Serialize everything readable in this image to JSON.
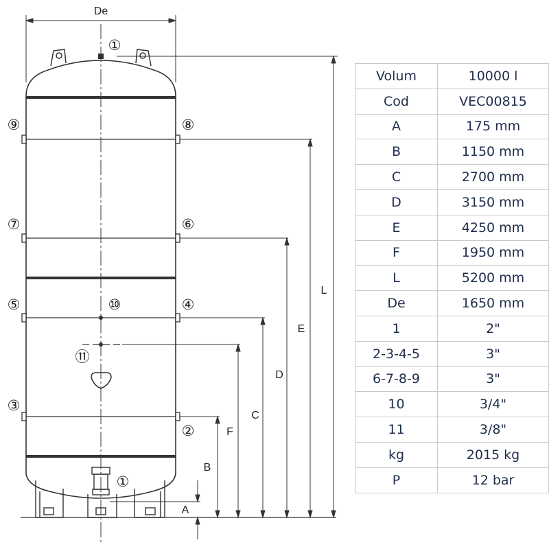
{
  "diagram": {
    "dimension_labels": {
      "De": "De",
      "L": "L",
      "E": "E",
      "D": "D",
      "C": "C",
      "F": "F",
      "B": "B",
      "A": "A"
    },
    "connection_markers": {
      "top": "①",
      "bottom": "①",
      "c2": "②",
      "c3": "③",
      "c4": "④",
      "c5": "⑤",
      "c6": "⑥",
      "c7": "⑦",
      "c8": "⑧",
      "c9": "⑨",
      "c10": "⑩",
      "c11": "⑪"
    }
  },
  "specs": [
    {
      "key": "Volum",
      "value": "10000 l"
    },
    {
      "key": "Cod",
      "value": "VEC00815"
    },
    {
      "key": "A",
      "value": "175 mm"
    },
    {
      "key": "B",
      "value": "1150 mm"
    },
    {
      "key": "C",
      "value": "2700 mm"
    },
    {
      "key": "D",
      "value": "3150 mm"
    },
    {
      "key": "E",
      "value": "4250 mm"
    },
    {
      "key": "F",
      "value": "1950 mm"
    },
    {
      "key": "L",
      "value": "5200 mm"
    },
    {
      "key": "De",
      "value": "1650 mm"
    },
    {
      "key": "1",
      "value": "2\""
    },
    {
      "key": "2-3-4-5",
      "value": "3\""
    },
    {
      "key": "6-7-8-9",
      "value": "3\""
    },
    {
      "key": "10",
      "value": "3/4\""
    },
    {
      "key": "11",
      "value": "3/8\""
    },
    {
      "key": "kg",
      "value": "2015 kg"
    },
    {
      "key": "P",
      "value": "12 bar"
    }
  ]
}
